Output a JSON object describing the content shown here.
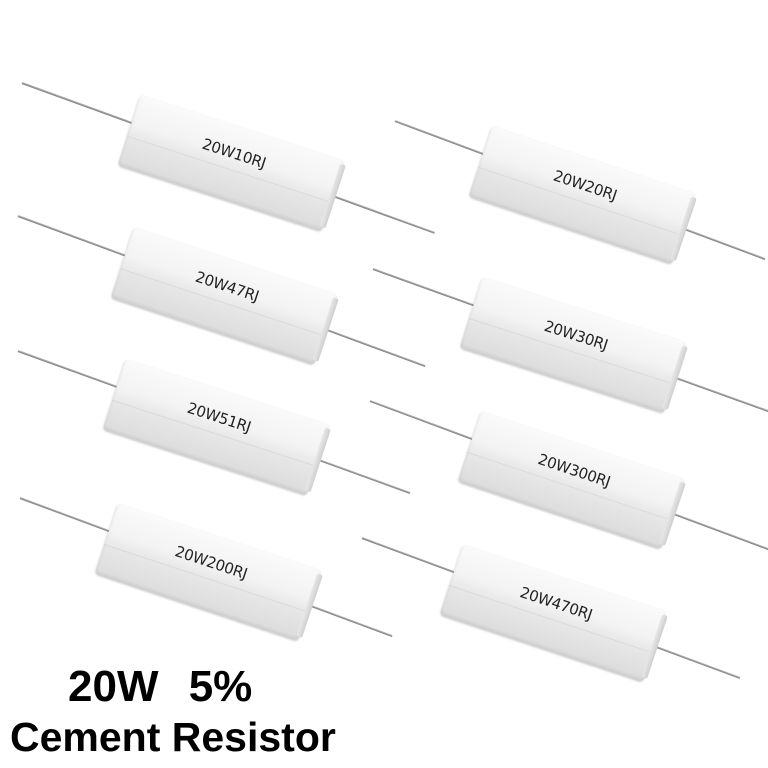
{
  "resistors": [
    {
      "label": "20W10RJ"
    },
    {
      "label": "20W20RJ"
    },
    {
      "label": "20W47RJ"
    },
    {
      "label": "20W30RJ"
    },
    {
      "label": "20W51RJ"
    },
    {
      "label": "20W300RJ"
    },
    {
      "label": "20W200RJ"
    },
    {
      "label": "20W470RJ"
    }
  ],
  "caption": {
    "line1": "20W 5%",
    "line2": "Cement Resistor"
  }
}
